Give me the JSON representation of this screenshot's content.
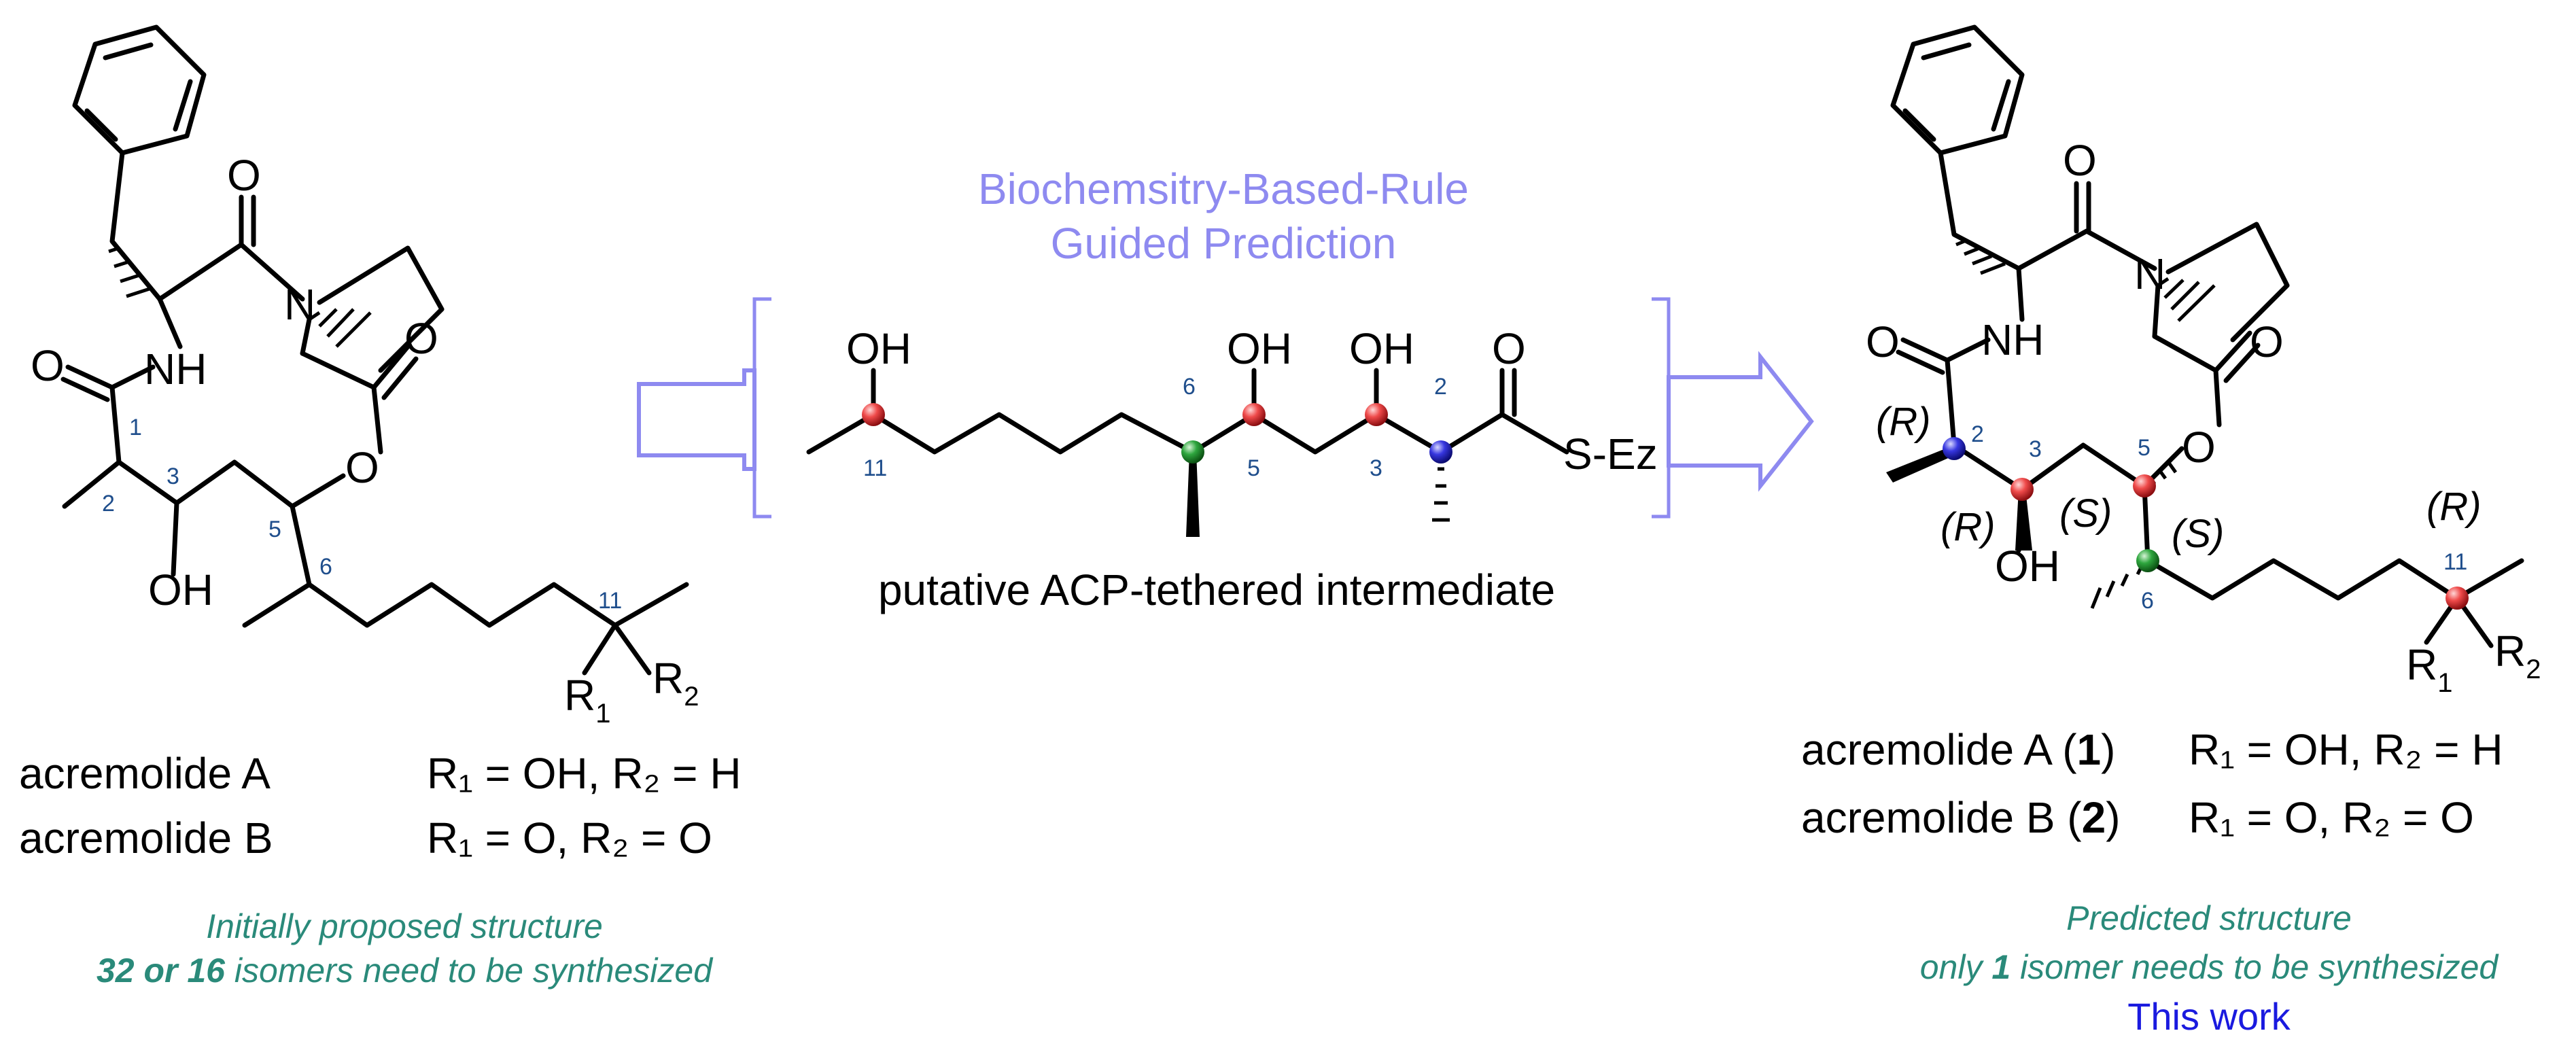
{
  "colors": {
    "teal": "#2a8a7a",
    "lavender": "#8e8af0",
    "blue_accent": "#1a1adf",
    "red_ball": "#e8313a",
    "blue_ball": "#2b2bd9",
    "green_ball": "#2a9a3a",
    "locant": "#1f4e8c"
  },
  "left": {
    "atoms": {
      "o_top": "O",
      "n_ring": "N",
      "nh": "NH",
      "o_amide": "O",
      "o_ester_c": "O",
      "o_ester": "O",
      "oh": "OH",
      "r1": "R",
      "r1_sub": "1",
      "r2": "R",
      "r2_sub": "2"
    },
    "locants": {
      "c1": "1",
      "c2": "2",
      "c3": "3",
      "c5": "5",
      "c6": "6",
      "c11": "11"
    },
    "name_a": "acremolide A",
    "sub_a": "R₁ = OH, R₂ = H",
    "name_b": "acremolide B",
    "sub_b": "R₁ = O, R₂ = O",
    "note_line1": "Initially proposed structure",
    "note_bold": "32 or 16",
    "note_rest": " isomers need to be synthesized"
  },
  "middle": {
    "title_line1": "Biochemsitry-Based-Rule",
    "title_line2": "Guided Prediction",
    "atoms": {
      "oh11": "OH",
      "oh5": "OH",
      "oh3": "OH",
      "o_thio": "O",
      "sez": "S-Ez"
    },
    "locants": {
      "c11": "11",
      "c6": "6",
      "c5": "5",
      "c3": "3",
      "c2": "2"
    },
    "caption": "putative ACP-tethered intermediate"
  },
  "right": {
    "atoms": {
      "o_top": "O",
      "n_ring": "N",
      "nh": "NH",
      "o_amide": "O",
      "o_ester_c": "O",
      "o_ester": "O",
      "oh": "OH",
      "r1": "R",
      "r1_sub": "1",
      "r2": "R",
      "r2_sub": "2"
    },
    "locants": {
      "c2": "2",
      "c3": "3",
      "c5": "5",
      "c6": "6",
      "c11": "11"
    },
    "stereo": {
      "c2": "(R)",
      "c3": "(R)",
      "c5": "(S)",
      "c6": "(S)",
      "c11": "(R)"
    },
    "name_a_pre": "acremolide A (",
    "name_a_num": "1",
    "name_a_post": ")",
    "sub_a": "R₁ = OH, R₂ = H",
    "name_b_pre": "acremolide B (",
    "name_b_num": "2",
    "name_b_post": ")",
    "sub_b": "R₁ = O, R₂ = O",
    "note_line1": "Predicted structure",
    "note_pre": "only ",
    "note_bold": "1",
    "note_rest": " isomer needs to be synthesized",
    "this_work": "This work"
  }
}
